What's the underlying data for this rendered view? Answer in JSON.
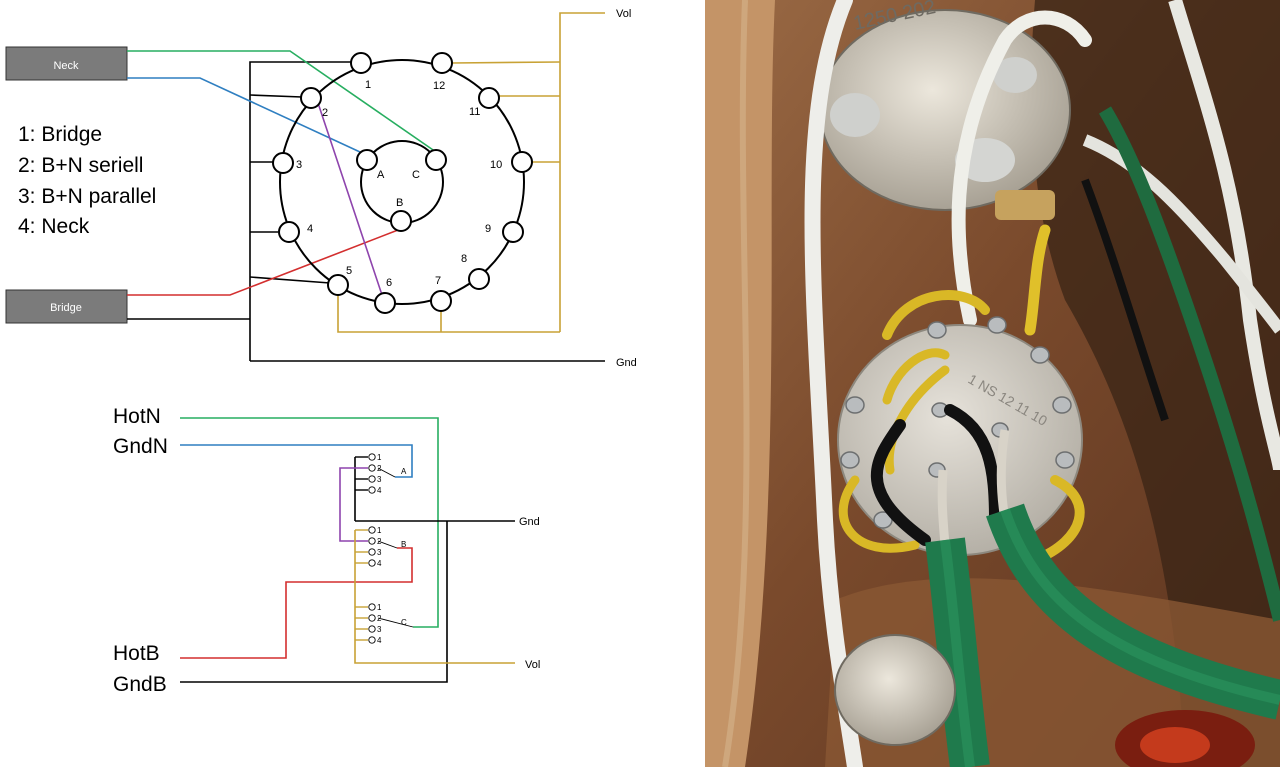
{
  "colors": {
    "green": "#27ae60",
    "blue": "#2f7fc1",
    "red": "#d32f2f",
    "purple": "#8e44ad",
    "gold": "#c8a235",
    "black": "#000000",
    "input_box": "#7b7b7b"
  },
  "rotary": {
    "inputs": {
      "neck": "Neck",
      "bridge": "Bridge"
    },
    "outputs": {
      "vol": "Vol",
      "gnd": "Gnd"
    },
    "legend": [
      "1: Bridge",
      "2: B+N seriell",
      "3: B+N parallel",
      "4: Neck"
    ],
    "lugs": [
      "1",
      "2",
      "3",
      "4",
      "5",
      "6",
      "7",
      "8",
      "9",
      "10",
      "11",
      "12"
    ],
    "poles": [
      "A",
      "B",
      "C"
    ]
  },
  "schematic": {
    "inputs": {
      "hot_neck": "HotN",
      "gnd_neck": "GndN",
      "hot_bridge": "HotB",
      "gnd_bridge": "GndB"
    },
    "outputs": {
      "gnd": "Gnd",
      "vol": "Vol"
    },
    "positions": [
      "1",
      "2",
      "3",
      "4"
    ],
    "wafers": [
      "A",
      "B",
      "C"
    ]
  },
  "photo": {
    "pot_text": "1250 202",
    "switch_text": "1 NS 12 11 10"
  }
}
